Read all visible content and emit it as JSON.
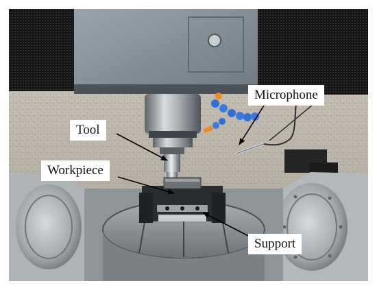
{
  "figure": {
    "labels": {
      "microphone": "Microphone",
      "tool": "Tool",
      "workpiece": "Workpiece",
      "support": "Support"
    },
    "colors": {
      "spindle_housing": "#8f9aa2",
      "machine_panel": "#8b959d",
      "enclosure_wall": "#b9b3a7",
      "mesh_screen": "#1a1a1a",
      "rotary_table": "#8c9296",
      "coolant_hose": "#2f6fd6",
      "coolant_nozzle": "#f08a1c",
      "callout_box": "#ffffff",
      "leader_line": "#000000"
    }
  }
}
